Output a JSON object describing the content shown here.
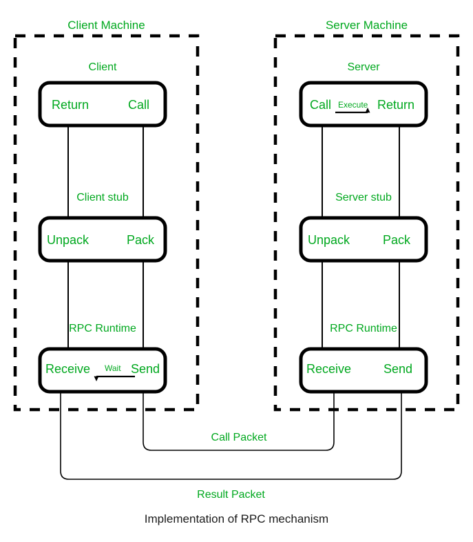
{
  "colors": {
    "label_green": "#00a81e",
    "line_black": "#000000",
    "caption_black": "#1a1a1a",
    "background": "#ffffff"
  },
  "caption": "Implementation of RPC mechanism",
  "machines": [
    {
      "id": "client",
      "title": "Client Machine",
      "layers": [
        {
          "id": "client-app",
          "label": "Client",
          "left_text": "Return",
          "right_text": "Call",
          "annotation": null
        },
        {
          "id": "client-stub",
          "label": "Client stub",
          "left_text": "Unpack",
          "right_text": "Pack",
          "annotation": null
        },
        {
          "id": "client-runtime",
          "label": "RPC Runtime",
          "left_text": "Receive",
          "right_text": "Send",
          "annotation": "Wait"
        }
      ]
    },
    {
      "id": "server",
      "title": "Server Machine",
      "layers": [
        {
          "id": "server-app",
          "label": "Server",
          "left_text": "Call",
          "right_text": "Return",
          "annotation": "Execute"
        },
        {
          "id": "server-stub",
          "label": "Server stub",
          "left_text": "Unpack",
          "right_text": "Pack",
          "annotation": null
        },
        {
          "id": "server-runtime",
          "label": "RPC Runtime",
          "left_text": "Receive",
          "right_text": "Send",
          "annotation": null
        }
      ]
    }
  ],
  "packets": [
    {
      "id": "call-packet",
      "label": "Call Packet"
    },
    {
      "id": "result-packet",
      "label": "Result Packet"
    }
  ]
}
